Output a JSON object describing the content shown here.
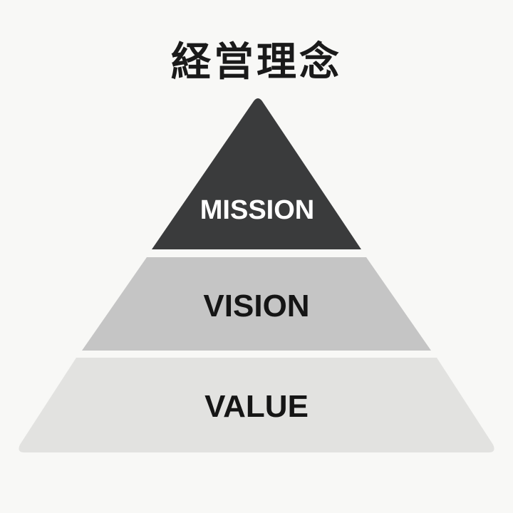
{
  "title": "経営理念",
  "tiers": [
    {
      "label": "MISSION",
      "color": "#3a3b3c",
      "text_color": "#ffffff"
    },
    {
      "label": "VISION",
      "color": "#c5c5c5",
      "text_color": "#151515"
    },
    {
      "label": "VALUE",
      "color": "#e2e2e0",
      "text_color": "#151515"
    }
  ]
}
